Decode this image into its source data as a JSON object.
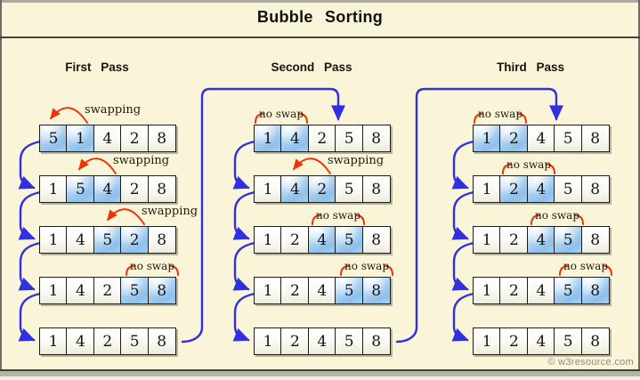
{
  "title": "Bubble Sorting",
  "watermark": "© w3resource.com",
  "annotations": {
    "swap_label": "swapping",
    "no_swap_label": "no swap"
  },
  "colors": {
    "background": "#faf5d8",
    "flow_arrow_blue": "#3030e0",
    "annotation_red": "#ee3304",
    "cell_border": "#1d1d1d",
    "cell_highlight_blue": "#8ec0ea",
    "label_text": "#231c0e",
    "watermark_text": "#8b8b85"
  },
  "passes": [
    {
      "label": "First Pass",
      "rows": [
        {
          "values": [
            "5",
            "1",
            "4",
            "2",
            "8"
          ],
          "highlight": [
            0,
            1
          ],
          "annotation": "swapping"
        },
        {
          "values": [
            "1",
            "5",
            "4",
            "2",
            "8"
          ],
          "highlight": [
            1,
            2
          ],
          "annotation": "swapping"
        },
        {
          "values": [
            "1",
            "4",
            "5",
            "2",
            "8"
          ],
          "highlight": [
            2,
            3
          ],
          "annotation": "swapping"
        },
        {
          "values": [
            "1",
            "4",
            "2",
            "5",
            "8"
          ],
          "highlight": [
            3,
            4
          ],
          "annotation": "no swap"
        },
        {
          "values": [
            "1",
            "4",
            "2",
            "5",
            "8"
          ],
          "highlight": null,
          "annotation": null
        }
      ]
    },
    {
      "label": "Second Pass",
      "rows": [
        {
          "values": [
            "1",
            "4",
            "2",
            "5",
            "8"
          ],
          "highlight": [
            0,
            1
          ],
          "annotation": "no swap"
        },
        {
          "values": [
            "1",
            "4",
            "2",
            "5",
            "8"
          ],
          "highlight": [
            1,
            2
          ],
          "annotation": "swapping"
        },
        {
          "values": [
            "1",
            "2",
            "4",
            "5",
            "8"
          ],
          "highlight": [
            2,
            3
          ],
          "annotation": "no swap"
        },
        {
          "values": [
            "1",
            "2",
            "4",
            "5",
            "8"
          ],
          "highlight": [
            3,
            4
          ],
          "annotation": "no swap"
        },
        {
          "values": [
            "1",
            "2",
            "4",
            "5",
            "8"
          ],
          "highlight": null,
          "annotation": null
        }
      ]
    },
    {
      "label": "Third Pass",
      "rows": [
        {
          "values": [
            "1",
            "2",
            "4",
            "5",
            "8"
          ],
          "highlight": [
            0,
            1
          ],
          "annotation": "no swap"
        },
        {
          "values": [
            "1",
            "2",
            "4",
            "5",
            "8"
          ],
          "highlight": [
            1,
            2
          ],
          "annotation": "no swap"
        },
        {
          "values": [
            "1",
            "2",
            "4",
            "5",
            "8"
          ],
          "highlight": [
            2,
            3
          ],
          "annotation": "no swap"
        },
        {
          "values": [
            "1",
            "2",
            "4",
            "5",
            "8"
          ],
          "highlight": [
            3,
            4
          ],
          "annotation": "no swap"
        },
        {
          "values": [
            "1",
            "2",
            "4",
            "5",
            "8"
          ],
          "highlight": null,
          "annotation": null
        }
      ]
    }
  ]
}
